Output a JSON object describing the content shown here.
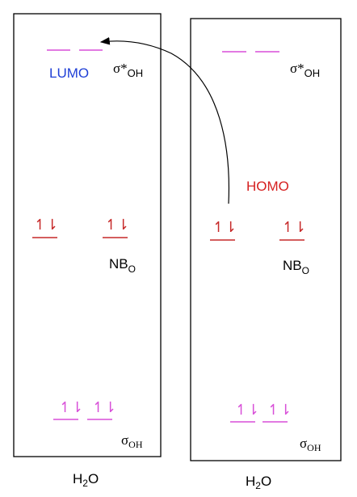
{
  "colors": {
    "box": "#000000",
    "sigma_star": "#d84fd8",
    "nonbonding": "#c62828",
    "sigma": "#d84fd8",
    "lumo": "#1f3fd6",
    "homo": "#d62020",
    "arrow": "#000000",
    "text": "#000000"
  },
  "molecule_left": {
    "formula": "H",
    "subscript": "2",
    "suffix": "O"
  },
  "molecule_right": {
    "formula": "H",
    "subscript": "2",
    "suffix": "O"
  },
  "labels": {
    "lumo": "LUMO",
    "homo": "HOMO",
    "sigma_star_symbol": "σ*",
    "sigma_star_sub": "OH",
    "nb_main": "NB",
    "nb_sub": "O",
    "sigma_symbol": "σ",
    "sigma_sub": "OH"
  },
  "electron_arrows": {
    "pair": "↿⇂"
  },
  "icons": {
    "interaction": "curved-arrow-icon"
  }
}
